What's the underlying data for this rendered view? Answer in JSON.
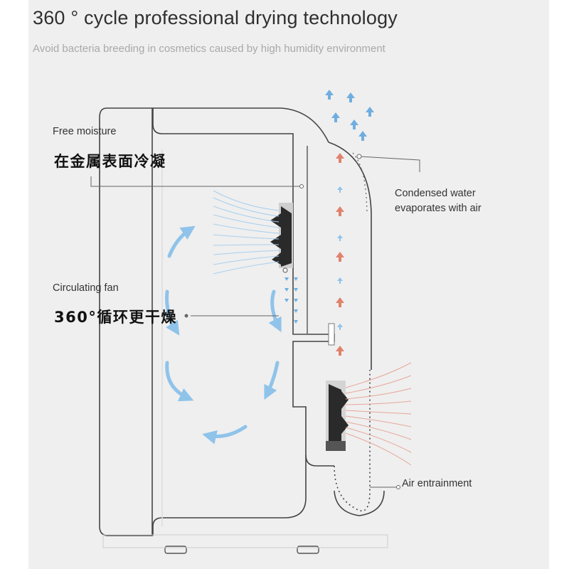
{
  "header": {
    "title": "360 ° cycle professional drying technology",
    "subtitle": "Avoid bacteria breeding in cosmetics caused by high humidity environment"
  },
  "callouts": {
    "free_moisture": "Free moisture",
    "free_moisture_cn": "在金属表面冷凝",
    "circulating_fan": "Circulating fan",
    "circulating_fan_cn": "360°循环更干燥",
    "condensed_line1": "Condensed water",
    "condensed_line2": "evaporates with air",
    "air_entrainment": "Air entrainment"
  },
  "colors": {
    "panel": "#efefef",
    "outline": "#444444",
    "cool_arrow": "#8fc3ea",
    "warm_arrow": "#e0826e",
    "fan": "#2a2a2a"
  }
}
